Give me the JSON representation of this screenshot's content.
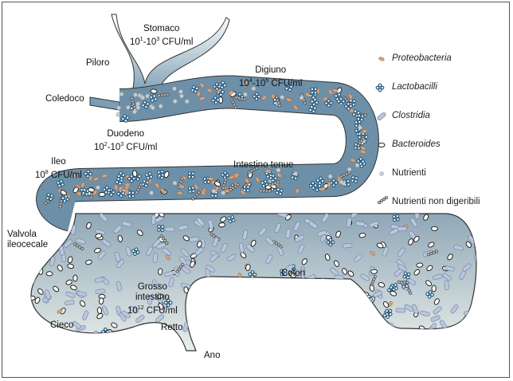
{
  "labels": {
    "stomaco": {
      "name": "Stomaco",
      "conc_base1": "10",
      "conc_exp1": "1",
      "conc_base2": "-10",
      "conc_exp2": "3",
      "conc_unit": " CFU/ml"
    },
    "piloro": "Piloro",
    "coledoco": "Coledoco",
    "digiuno": {
      "name": "Digiuno",
      "conc_base1": "10",
      "conc_exp1": "4",
      "conc_base2": "-10",
      "conc_exp2": "5",
      "conc_unit": " CFU/ml"
    },
    "duodeno": {
      "name": "Duodeno",
      "conc_base1": "10",
      "conc_exp1": "2",
      "conc_base2": "-10",
      "conc_exp2": "3",
      "conc_unit": " CFU/ml"
    },
    "ileo": {
      "name": "Ileo",
      "conc_base1": "10",
      "conc_exp1": "8",
      "conc_unit": " CFU/ml"
    },
    "intestino_tenue": "Intestino tenue",
    "valvola": {
      "line1": "Valvola",
      "line2": "ileocecale"
    },
    "colon": "Colon",
    "grosso": {
      "line1": "Grosso",
      "line2": "intestino",
      "conc_base1": "10",
      "conc_exp1": "12",
      "conc_unit": " CFU/ml"
    },
    "cieco": "Cieco",
    "retto": "Retto",
    "ano": "Ano"
  },
  "legend": [
    {
      "label": "Proteobacteria",
      "icon": "proteobacteria-icon",
      "color": "#d9a27a"
    },
    {
      "label": "Lactobacilli",
      "icon": "lactobacilli-icon",
      "color": "#2a5d80"
    },
    {
      "label": "Clostridia",
      "icon": "clostridia-icon",
      "color": "#b8c6de"
    },
    {
      "label": "Bacteroides",
      "icon": "bacteroides-icon",
      "color": "#ffffff"
    },
    {
      "label": "Nutrienti",
      "icon": "nutrienti-icon",
      "color": "#c9ccd0"
    },
    {
      "label": "Nutrienti non digeribili",
      "icon": "nutrienti-non-digeribili-icon",
      "color": "#8a8a80"
    }
  ],
  "colors": {
    "tube_dark": "#5f849c",
    "tube_light": "#dfe6e6"
  }
}
